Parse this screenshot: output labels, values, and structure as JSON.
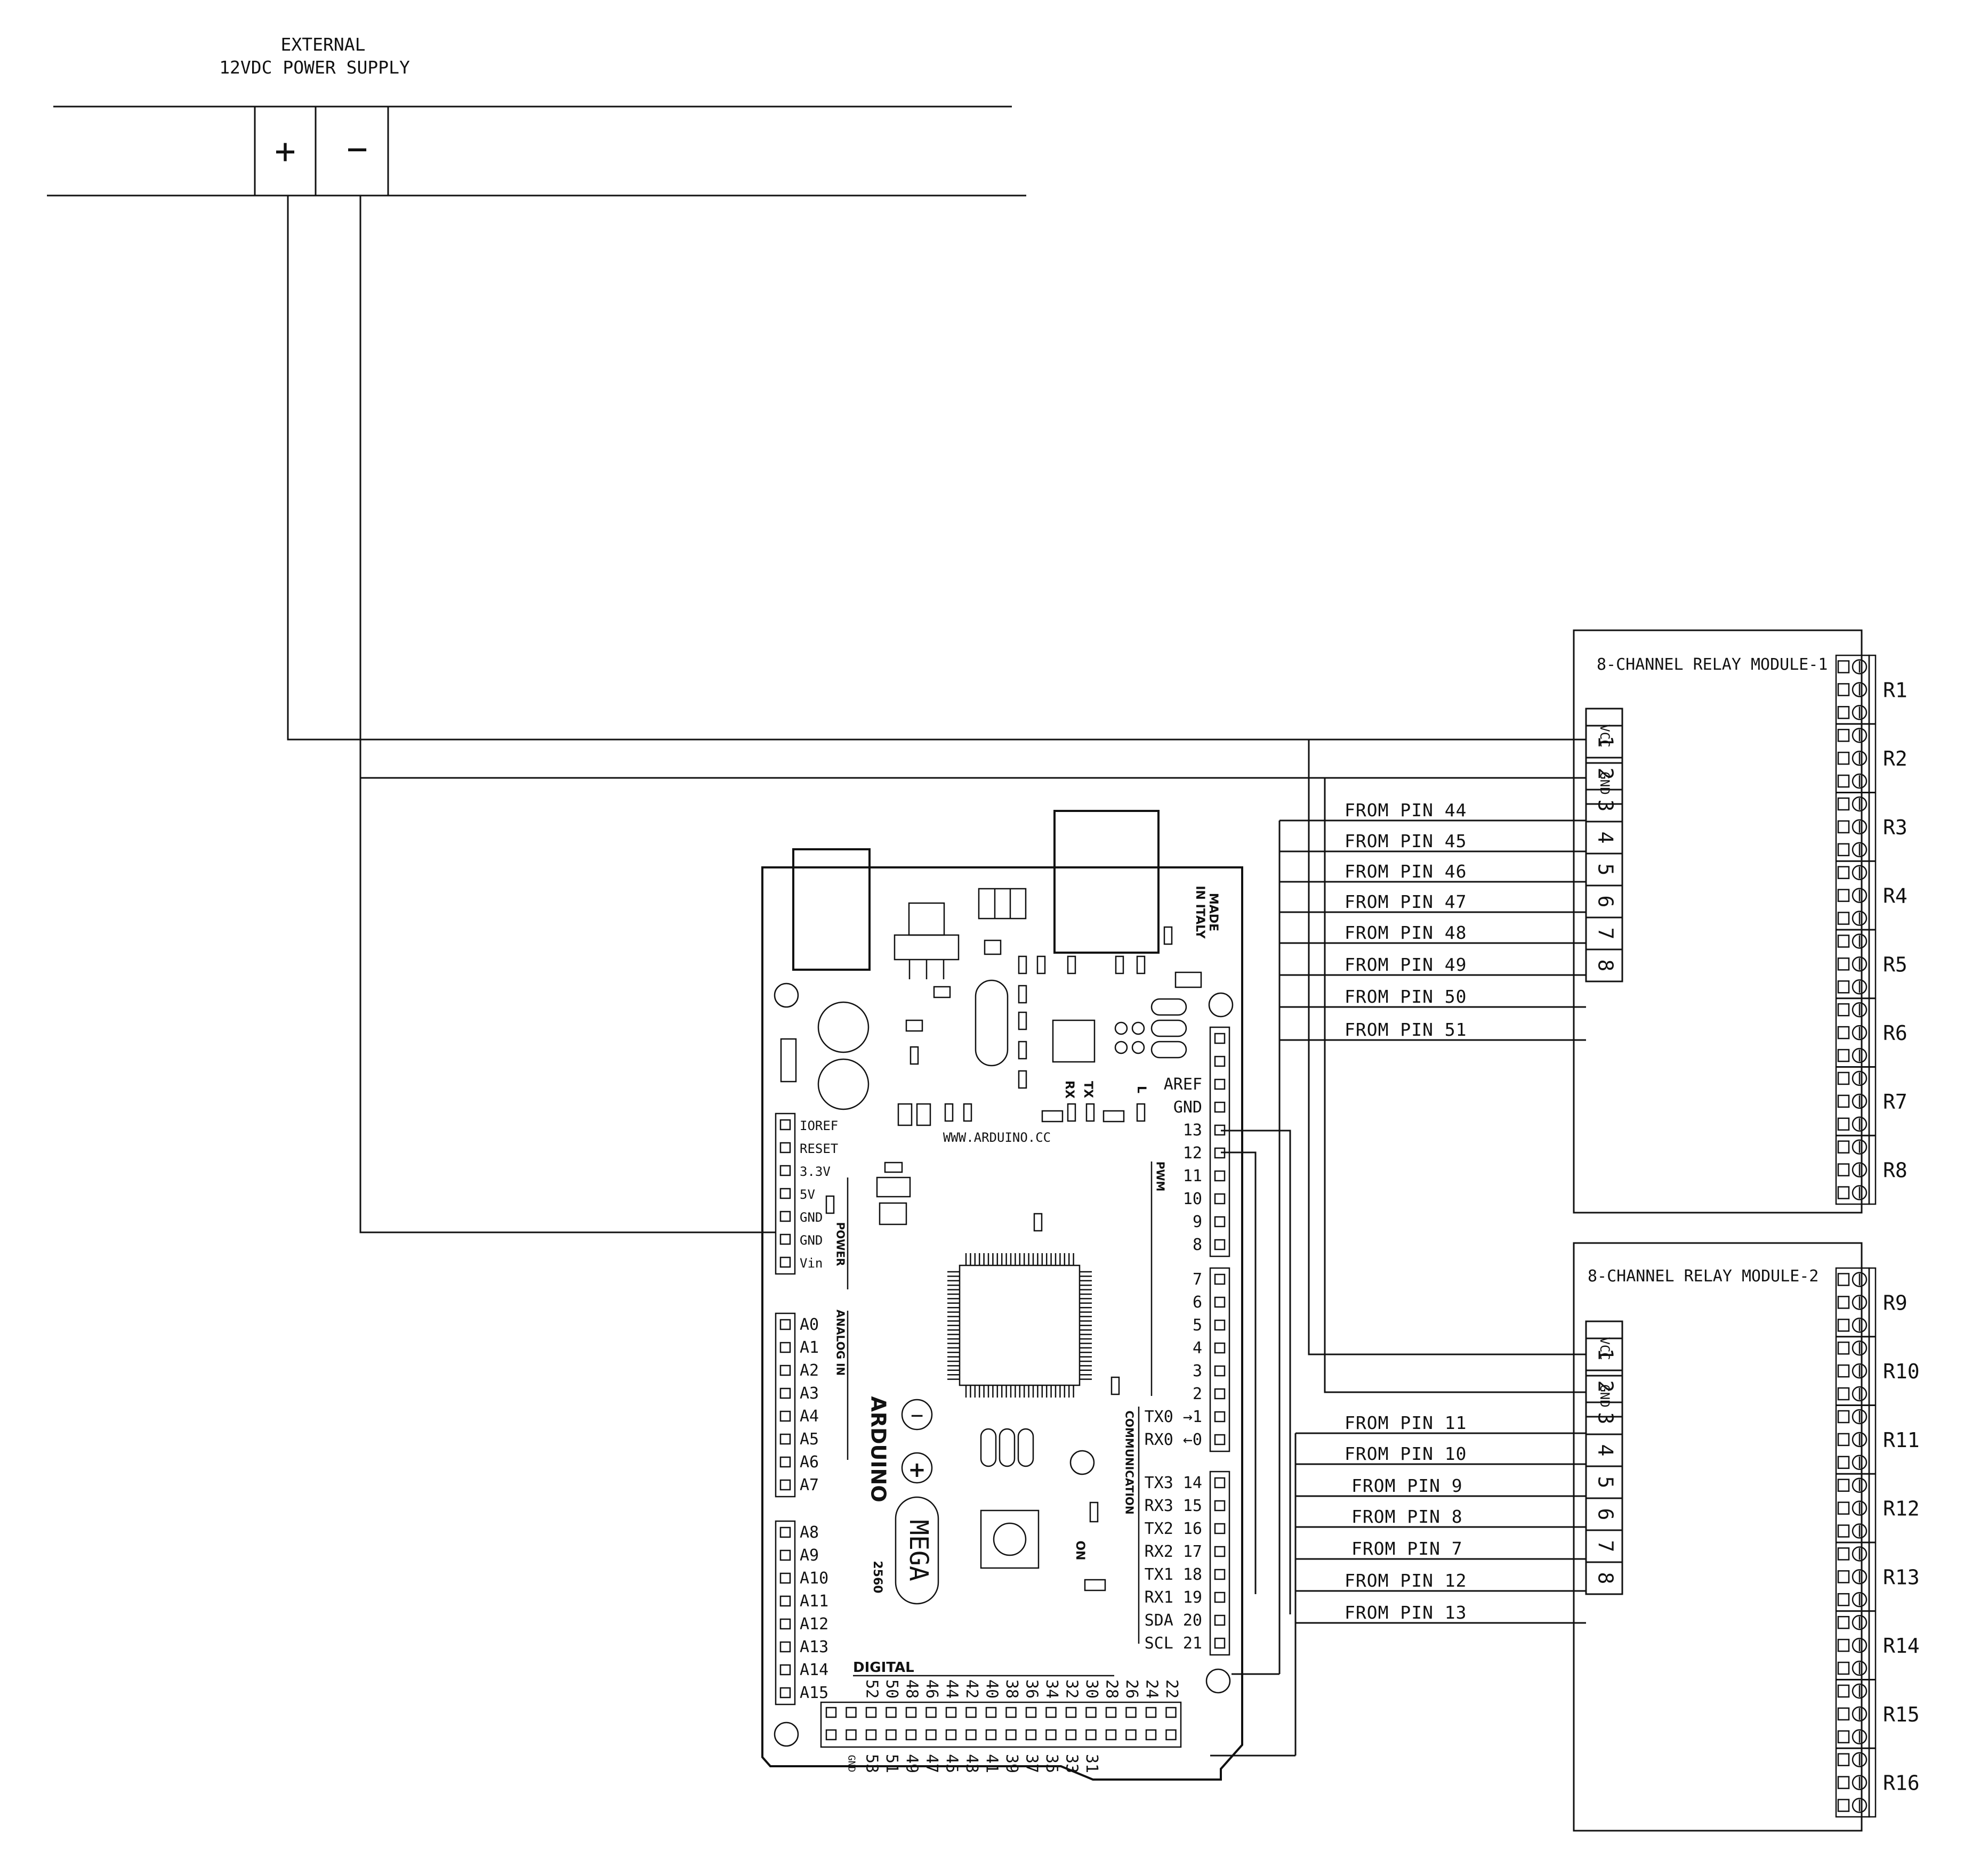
{
  "power_supply": {
    "title_line1": "EXTERNAL",
    "title_line2": "12VDC POWER SUPPLY",
    "plus": "+",
    "minus": "−"
  },
  "relay_module_1": {
    "title": "8-CHANNEL RELAY MODULE-1",
    "vcc": "VCC",
    "gnd": "GND",
    "inputs": [
      "1",
      "2",
      "3",
      "4",
      "5",
      "6",
      "7",
      "8"
    ],
    "relays": [
      "R1",
      "R2",
      "R3",
      "R4",
      "R5",
      "R6",
      "R7",
      "R8"
    ],
    "from_labels": [
      "FROM PIN 44",
      "FROM PIN 45",
      "FROM PIN 46",
      "FROM PIN 47",
      "FROM PIN 48",
      "FROM PIN 49",
      "FROM PIN 50",
      "FROM PIN 51"
    ]
  },
  "relay_module_2": {
    "title": "8-CHANNEL RELAY MODULE-2",
    "vcc": "VCC",
    "gnd": "GND",
    "inputs": [
      "1",
      "2",
      "3",
      "4",
      "5",
      "6",
      "7",
      "8"
    ],
    "relays": [
      "R9",
      "R10",
      "R11",
      "R12",
      "R13",
      "R14",
      "R15",
      "R16"
    ],
    "from_labels": [
      "FROM PIN 11",
      "FROM PIN 10",
      "FROM PIN 9",
      "FROM PIN 8",
      "FROM PIN 7",
      "FROM PIN 12",
      "FROM PIN 13"
    ]
  },
  "arduino": {
    "made_in_1": "MADE",
    "made_in_2": "IN ITALY",
    "website": "WWW.ARDUINO.CC",
    "brand": "ARDUINO",
    "model": "MEGA",
    "model_num": "2560",
    "digital": "DIGITAL",
    "power": "POWER",
    "analog_in": "ANALOG IN",
    "communication": "COMMUNICATION",
    "pwm": "PWM",
    "rx": "RX",
    "tx": "TX",
    "l": "L",
    "on": "ON",
    "power_pins": [
      "IOREF",
      "RESET",
      "3.3V",
      "5V",
      "GND",
      "GND",
      "Vin"
    ],
    "analog_pins_a": [
      "A0",
      "A1",
      "A2",
      "A3",
      "A4",
      "A5",
      "A6",
      "A7"
    ],
    "analog_pins_b": [
      "A8",
      "A9",
      "A10",
      "A11",
      "A12",
      "A13",
      "A14",
      "A15"
    ],
    "top_right_pins": [
      "AREF",
      "GND",
      "13",
      "12",
      "11",
      "10",
      "9",
      "8"
    ],
    "mid_right_pins": [
      "7",
      "6",
      "5",
      "4",
      "3",
      "2",
      "TX0 →1",
      "RX0 ←0"
    ],
    "comm_pins": [
      "TX3 14",
      "RX3 15",
      "TX2 16",
      "RX2 17",
      "TX1 18",
      "RX1 19",
      "SDA 20",
      "SCL 21"
    ],
    "bottom_row_top": [
      "52",
      "50",
      "48",
      "46",
      "44",
      "42",
      "40",
      "38",
      "36",
      "34",
      "32",
      "30",
      "28",
      "26",
      "24",
      "22"
    ],
    "bottom_row_bottom": [
      "GND",
      "53",
      "51",
      "49",
      "47",
      "45",
      "43",
      "41",
      "39",
      "37",
      "35",
      "33",
      "31"
    ]
  }
}
